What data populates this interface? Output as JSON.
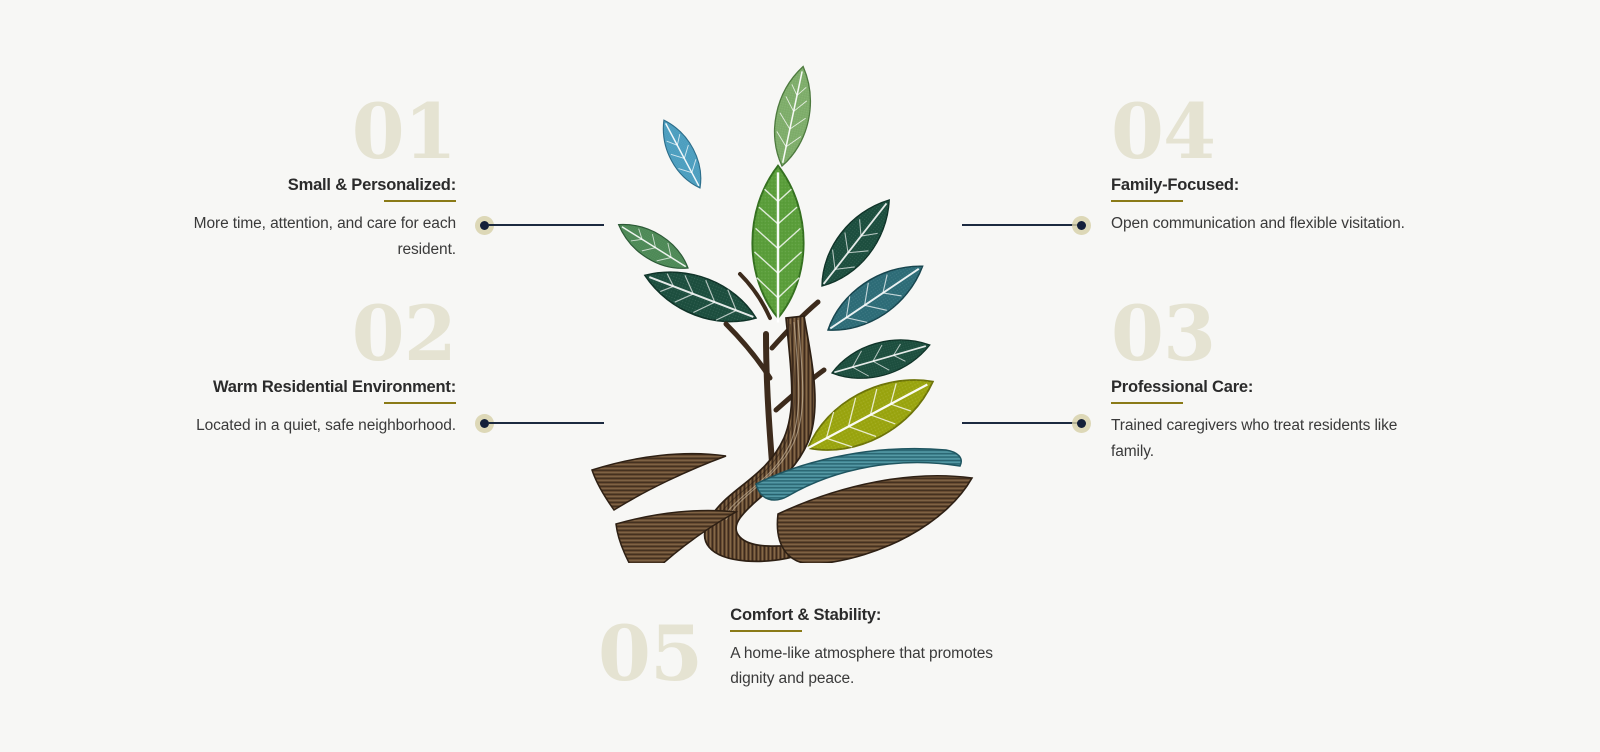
{
  "theme": {
    "background": "#f7f7f5",
    "numeral_color": "#e5e3d2",
    "heading_color": "#2b2b2b",
    "body_color": "#3a3a3a",
    "underline_color": "#8a7a17",
    "connector_color": "#1c2a40",
    "dot_color": "#14203a",
    "dot_halo_color": "#d6d0a8"
  },
  "illustration": {
    "name": "growing-tree-with-roots",
    "palette": {
      "leaf_sage": "#7fae6b",
      "leaf_sky_blue": "#4d9fc0",
      "leaf_mid_green": "#4e8a57",
      "leaf_dark_forest": "#1d4f3f",
      "leaf_bright_green": "#5a9e3a",
      "leaf_teal": "#2e6d78",
      "leaf_olive": "#9aa50f",
      "root_teal": "#3f8491",
      "trunk_brown_dark": "#3d2b1c",
      "trunk_brown_mid": "#6b4f34",
      "trunk_brown_light": "#8d7050"
    }
  },
  "items": [
    {
      "number": "01",
      "heading": "Small & Personalized:",
      "body": "More time, attention, and care for each resident.",
      "side": "left"
    },
    {
      "number": "02",
      "heading": "Warm Residential Environment:",
      "body": "Located in a quiet, safe neighborhood.",
      "side": "left"
    },
    {
      "number": "03",
      "heading": "Professional Care:",
      "body": "Trained caregivers who treat residents like family.",
      "side": "right"
    },
    {
      "number": "04",
      "heading": "Family-Focused:",
      "body": "Open communication and flexible visitation.",
      "side": "right"
    },
    {
      "number": "05",
      "heading": "Comfort & Stability:",
      "body": "A home-like atmosphere that promotes dignity and peace.",
      "side": "bottom"
    }
  ]
}
